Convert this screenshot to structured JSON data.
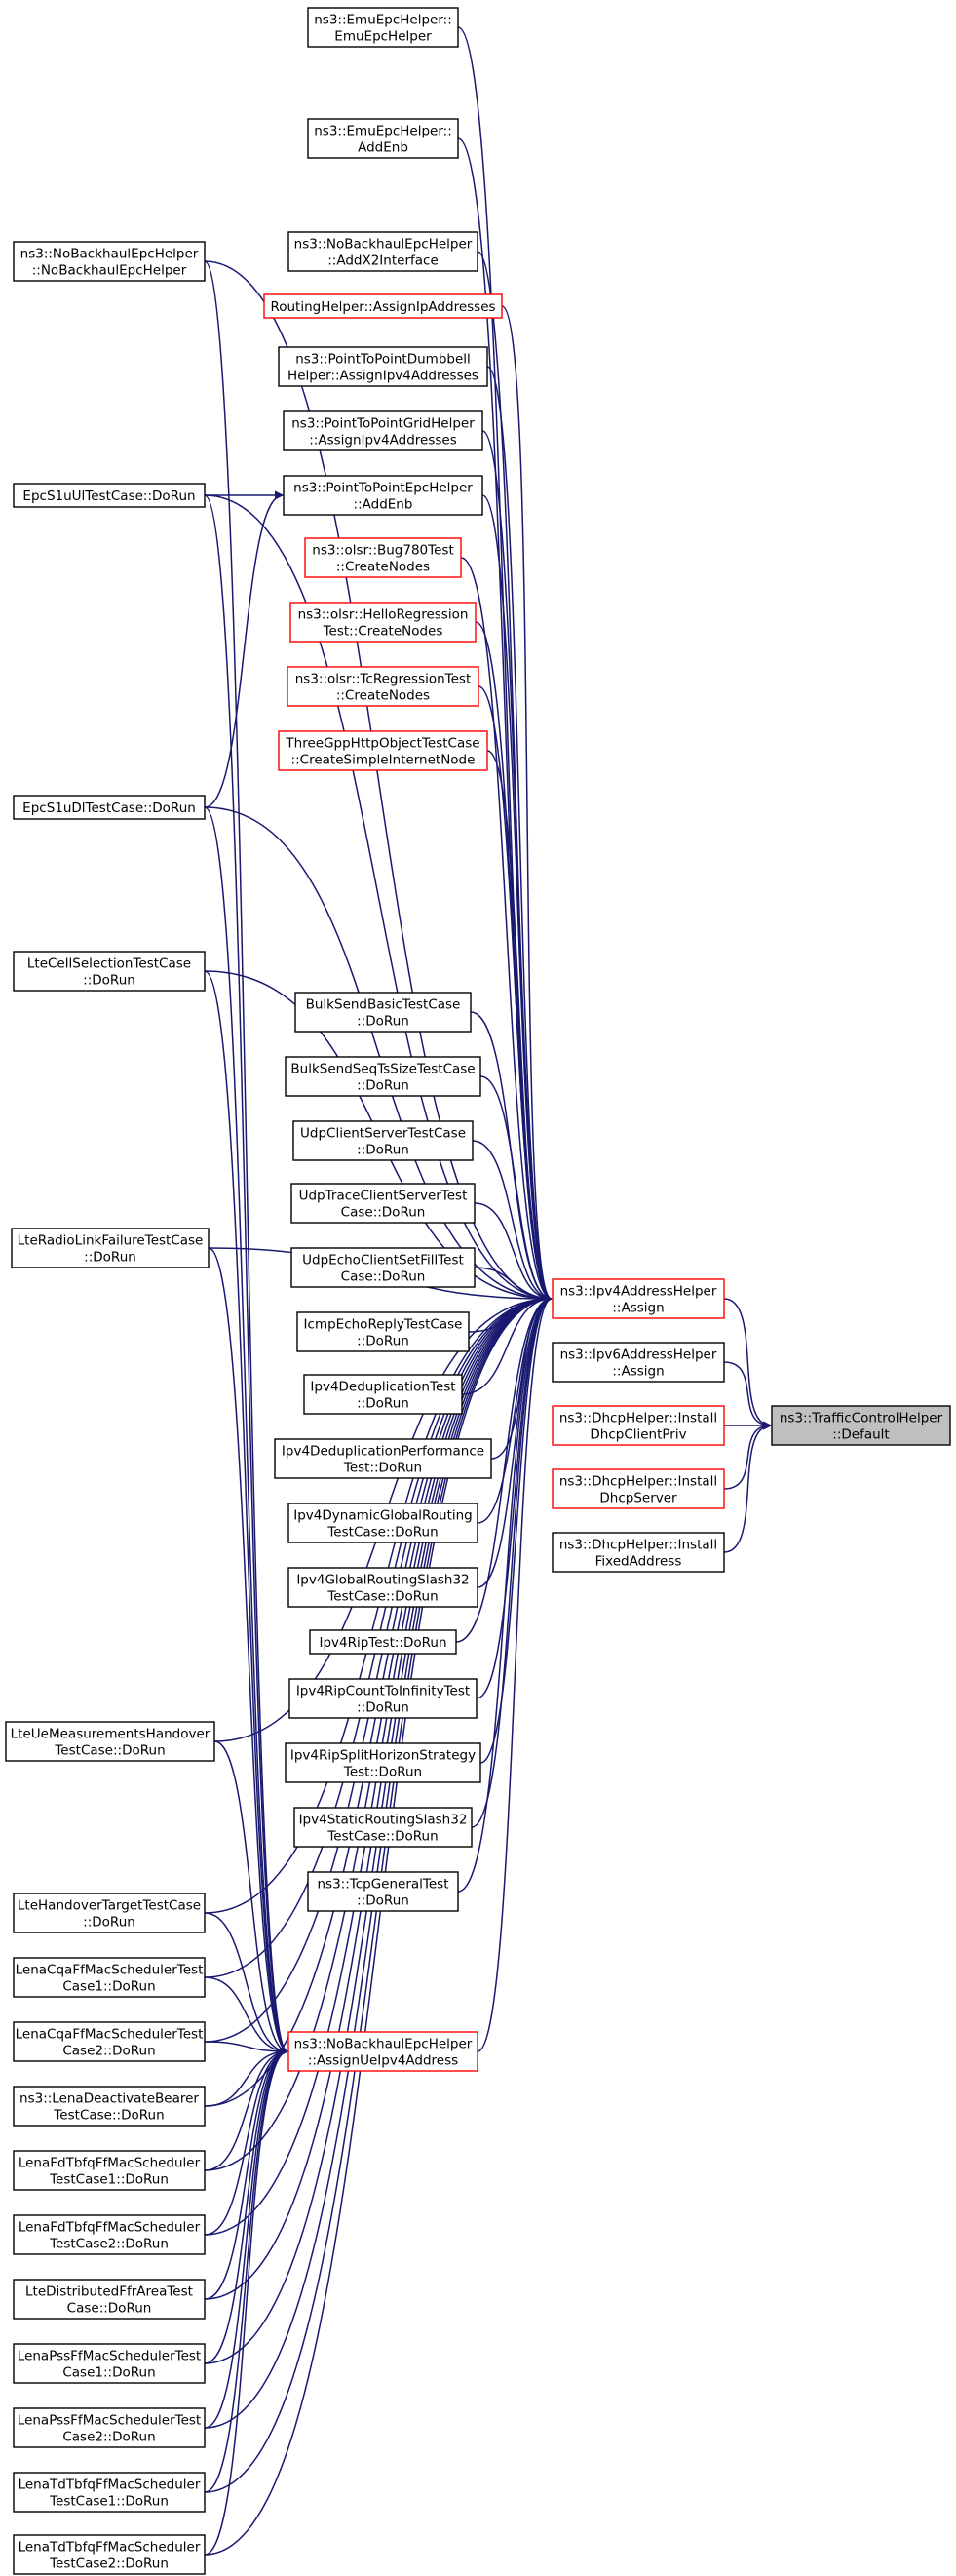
{
  "colors": {
    "edge": "#191970",
    "border_black": "#000000",
    "border_red": "#ff0000",
    "fill_default": "#ffffff",
    "fill_highlight": "#bfbfbf"
  },
  "nodes": [
    {
      "id": "default",
      "lines": [
        "ns3::TrafficControlHelper",
        "::Default"
      ],
      "style": "highlight"
    },
    {
      "id": "ipv4assign",
      "lines": [
        "ns3::Ipv4AddressHelper",
        "::Assign"
      ],
      "style": "red"
    },
    {
      "id": "ipv6assign",
      "lines": [
        "ns3::Ipv6AddressHelper",
        "::Assign"
      ],
      "style": "black"
    },
    {
      "id": "dhcpclientpriv",
      "lines": [
        "ns3::DhcpHelper::Install",
        "DhcpClientPriv"
      ],
      "style": "red"
    },
    {
      "id": "dhcpserver",
      "lines": [
        "ns3::DhcpHelper::Install",
        "DhcpServer"
      ],
      "style": "red"
    },
    {
      "id": "fixedaddress",
      "lines": [
        "ns3::DhcpHelper::Install",
        "FixedAddress"
      ],
      "style": "black"
    },
    {
      "id": "emuhelper",
      "lines": [
        "ns3::EmuEpcHelper::",
        "EmuEpcHelper"
      ],
      "style": "black"
    },
    {
      "id": "emuaddenb",
      "lines": [
        "ns3::EmuEpcHelper::",
        "AddEnb"
      ],
      "style": "black"
    },
    {
      "id": "nobackhauladdx2",
      "lines": [
        "ns3::NoBackhaulEpcHelper",
        "::AddX2Interface"
      ],
      "style": "black"
    },
    {
      "id": "routingassign",
      "lines": [
        "RoutingHelper::AssignIpAddresses"
      ],
      "style": "red"
    },
    {
      "id": "p2pdumbbell",
      "lines": [
        "ns3::PointToPointDumbbell",
        "Helper::AssignIpv4Addresses"
      ],
      "style": "black"
    },
    {
      "id": "p2pgrid",
      "lines": [
        "ns3::PointToPointGridHelper",
        "::AssignIpv4Addresses"
      ],
      "style": "black"
    },
    {
      "id": "p2pepcaddenb",
      "lines": [
        "ns3::PointToPointEpcHelper",
        "::AddEnb"
      ],
      "style": "black"
    },
    {
      "id": "bug780",
      "lines": [
        "ns3::olsr::Bug780Test",
        "::CreateNodes"
      ],
      "style": "red"
    },
    {
      "id": "hello",
      "lines": [
        "ns3::olsr::HelloRegression",
        "Test::CreateNodes"
      ],
      "style": "red"
    },
    {
      "id": "tcregr",
      "lines": [
        "ns3::olsr::TcRegressionTest",
        "::CreateNodes"
      ],
      "style": "red"
    },
    {
      "id": "threegpp",
      "lines": [
        "ThreeGppHttpObjectTestCase",
        "::CreateSimpleInternetNode"
      ],
      "style": "red"
    },
    {
      "id": "bulkbasic",
      "lines": [
        "BulkSendBasicTestCase",
        "::DoRun"
      ],
      "style": "black"
    },
    {
      "id": "bulkseq",
      "lines": [
        "BulkSendSeqTsSizeTestCase",
        "::DoRun"
      ],
      "style": "black"
    },
    {
      "id": "udpcs",
      "lines": [
        "UdpClientServerTestCase",
        "::DoRun"
      ],
      "style": "black"
    },
    {
      "id": "udptrace",
      "lines": [
        "UdpTraceClientServerTest",
        "Case::DoRun"
      ],
      "style": "black"
    },
    {
      "id": "udpecho",
      "lines": [
        "UdpEchoClientSetFillTest",
        "Case::DoRun"
      ],
      "style": "black"
    },
    {
      "id": "icmpecho",
      "lines": [
        "IcmpEchoReplyTestCase",
        "::DoRun"
      ],
      "style": "black"
    },
    {
      "id": "ipv4dedup",
      "lines": [
        "Ipv4DeduplicationTest",
        "::DoRun"
      ],
      "style": "black"
    },
    {
      "id": "ipv4dedupperf",
      "lines": [
        "Ipv4DeduplicationPerformance",
        "Test::DoRun"
      ],
      "style": "black"
    },
    {
      "id": "ipv4dyn",
      "lines": [
        "Ipv4DynamicGlobalRouting",
        "TestCase::DoRun"
      ],
      "style": "black"
    },
    {
      "id": "ipv4glob32",
      "lines": [
        "Ipv4GlobalRoutingSlash32",
        "TestCase::DoRun"
      ],
      "style": "black"
    },
    {
      "id": "ipv4rip",
      "lines": [
        "Ipv4RipTest::DoRun"
      ],
      "style": "black"
    },
    {
      "id": "ipv4ripcount",
      "lines": [
        "Ipv4RipCountToInfinityTest",
        "::DoRun"
      ],
      "style": "black"
    },
    {
      "id": "ipv4ripsplit",
      "lines": [
        "Ipv4RipSplitHorizonStrategy",
        "Test::DoRun"
      ],
      "style": "black"
    },
    {
      "id": "ipv4static32",
      "lines": [
        "Ipv4StaticRoutingSlash32",
        "TestCase::DoRun"
      ],
      "style": "black"
    },
    {
      "id": "tcpgeneral",
      "lines": [
        "ns3::TcpGeneralTest",
        "::DoRun"
      ],
      "style": "black"
    },
    {
      "id": "nobackhaulctor",
      "lines": [
        "ns3::NoBackhaulEpcHelper",
        "::NoBackhaulEpcHelper"
      ],
      "style": "black"
    },
    {
      "id": "epcul",
      "lines": [
        "EpcS1uUlTestCase::DoRun"
      ],
      "style": "black"
    },
    {
      "id": "epcdl",
      "lines": [
        "EpcS1uDlTestCase::DoRun"
      ],
      "style": "black"
    },
    {
      "id": "ltecellsel",
      "lines": [
        "LteCellSelectionTestCase",
        "::DoRun"
      ],
      "style": "black"
    },
    {
      "id": "lterlf",
      "lines": [
        "LteRadioLinkFailureTestCase",
        "::DoRun"
      ],
      "style": "black"
    },
    {
      "id": "lteuemeas",
      "lines": [
        "LteUeMeasurementsHandover",
        "TestCase::DoRun"
      ],
      "style": "black"
    },
    {
      "id": "ltehotarget",
      "lines": [
        "LteHandoverTargetTestCase",
        "::DoRun"
      ],
      "style": "black"
    },
    {
      "id": "cqa1",
      "lines": [
        "LenaCqaFfMacSchedulerTest",
        "Case1::DoRun"
      ],
      "style": "black"
    },
    {
      "id": "cqa2",
      "lines": [
        "LenaCqaFfMacSchedulerTest",
        "Case2::DoRun"
      ],
      "style": "black"
    },
    {
      "id": "deactivate",
      "lines": [
        "ns3::LenaDeactivateBearer",
        "TestCase::DoRun"
      ],
      "style": "black"
    },
    {
      "id": "fdtbfq1",
      "lines": [
        "LenaFdTbfqFfMacScheduler",
        "TestCase1::DoRun"
      ],
      "style": "black"
    },
    {
      "id": "fdtbfq2",
      "lines": [
        "LenaFdTbfqFfMacScheduler",
        "TestCase2::DoRun"
      ],
      "style": "black"
    },
    {
      "id": "distffr",
      "lines": [
        "LteDistributedFfrAreaTest",
        "Case::DoRun"
      ],
      "style": "black"
    },
    {
      "id": "pss1",
      "lines": [
        "LenaPssFfMacSchedulerTest",
        "Case1::DoRun"
      ],
      "style": "black"
    },
    {
      "id": "pss2",
      "lines": [
        "LenaPssFfMacSchedulerTest",
        "Case2::DoRun"
      ],
      "style": "black"
    },
    {
      "id": "tdtbfq1",
      "lines": [
        "LenaTdTbfqFfMacScheduler",
        "TestCase1::DoRun"
      ],
      "style": "black"
    },
    {
      "id": "tdtbfq2",
      "lines": [
        "LenaTdTbfqFfMacScheduler",
        "TestCase2::DoRun"
      ],
      "style": "black"
    },
    {
      "id": "assignue",
      "lines": [
        "ns3::NoBackhaulEpcHelper",
        "::AssignUeIpv4Address"
      ],
      "style": "red"
    }
  ],
  "edges": [
    [
      "ipv4assign",
      "default"
    ],
    [
      "ipv6assign",
      "default"
    ],
    [
      "dhcpclientpriv",
      "default"
    ],
    [
      "dhcpserver",
      "default"
    ],
    [
      "fixedaddress",
      "default"
    ],
    [
      "emuhelper",
      "ipv4assign"
    ],
    [
      "emuaddenb",
      "ipv4assign"
    ],
    [
      "nobackhauladdx2",
      "ipv4assign"
    ],
    [
      "routingassign",
      "ipv4assign"
    ],
    [
      "p2pdumbbell",
      "ipv4assign"
    ],
    [
      "p2pgrid",
      "ipv4assign"
    ],
    [
      "p2pepcaddenb",
      "ipv4assign"
    ],
    [
      "bug780",
      "ipv4assign"
    ],
    [
      "hello",
      "ipv4assign"
    ],
    [
      "tcregr",
      "ipv4assign"
    ],
    [
      "threegpp",
      "ipv4assign"
    ],
    [
      "bulkbasic",
      "ipv4assign"
    ],
    [
      "bulkseq",
      "ipv4assign"
    ],
    [
      "udpcs",
      "ipv4assign"
    ],
    [
      "udptrace",
      "ipv4assign"
    ],
    [
      "udpecho",
      "ipv4assign"
    ],
    [
      "icmpecho",
      "ipv4assign"
    ],
    [
      "ipv4dedup",
      "ipv4assign"
    ],
    [
      "ipv4dedupperf",
      "ipv4assign"
    ],
    [
      "ipv4dyn",
      "ipv4assign"
    ],
    [
      "ipv4glob32",
      "ipv4assign"
    ],
    [
      "ipv4rip",
      "ipv4assign"
    ],
    [
      "ipv4ripcount",
      "ipv4assign"
    ],
    [
      "ipv4ripsplit",
      "ipv4assign"
    ],
    [
      "ipv4static32",
      "ipv4assign"
    ],
    [
      "tcpgeneral",
      "ipv4assign"
    ],
    [
      "nobackhaulctor",
      "ipv4assign"
    ],
    [
      "epcul",
      "ipv4assign"
    ],
    [
      "epcdl",
      "ipv4assign"
    ],
    [
      "ltecellsel",
      "ipv4assign"
    ],
    [
      "lterlf",
      "ipv4assign"
    ],
    [
      "lteuemeas",
      "ipv4assign"
    ],
    [
      "ltehotarget",
      "ipv4assign"
    ],
    [
      "cqa1",
      "ipv4assign"
    ],
    [
      "cqa2",
      "ipv4assign"
    ],
    [
      "deactivate",
      "ipv4assign"
    ],
    [
      "fdtbfq1",
      "ipv4assign"
    ],
    [
      "fdtbfq2",
      "ipv4assign"
    ],
    [
      "distffr",
      "ipv4assign"
    ],
    [
      "pss1",
      "ipv4assign"
    ],
    [
      "pss2",
      "ipv4assign"
    ],
    [
      "tdtbfq1",
      "ipv4assign"
    ],
    [
      "tdtbfq2",
      "ipv4assign"
    ],
    [
      "assignue",
      "ipv4assign"
    ],
    [
      "epcul",
      "p2pepcaddenb"
    ],
    [
      "epcdl",
      "p2pepcaddenb"
    ],
    [
      "nobackhaulctor",
      "assignue"
    ],
    [
      "epcul",
      "assignue"
    ],
    [
      "epcdl",
      "assignue"
    ],
    [
      "ltecellsel",
      "assignue"
    ],
    [
      "lterlf",
      "assignue"
    ],
    [
      "lteuemeas",
      "assignue"
    ],
    [
      "ltehotarget",
      "assignue"
    ],
    [
      "cqa1",
      "assignue"
    ],
    [
      "cqa2",
      "assignue"
    ],
    [
      "deactivate",
      "assignue"
    ],
    [
      "fdtbfq1",
      "assignue"
    ],
    [
      "fdtbfq2",
      "assignue"
    ],
    [
      "distffr",
      "assignue"
    ],
    [
      "pss1",
      "assignue"
    ],
    [
      "pss2",
      "assignue"
    ],
    [
      "tdtbfq1",
      "assignue"
    ],
    [
      "tdtbfq2",
      "assignue"
    ]
  ]
}
